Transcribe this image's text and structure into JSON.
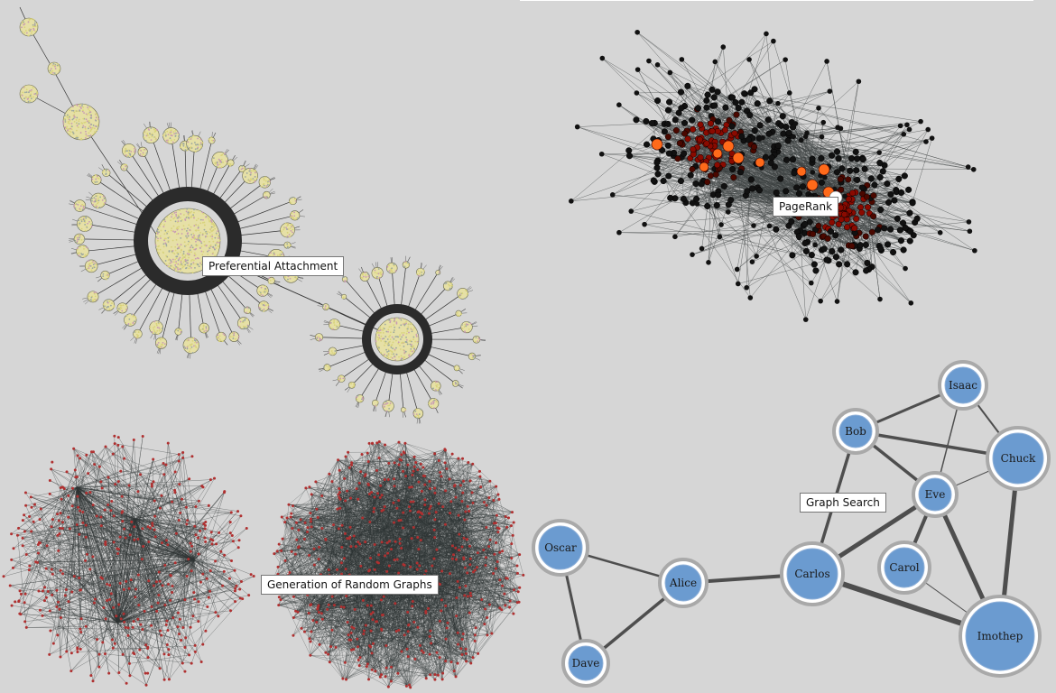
{
  "labels": {
    "preferential_attachment": "Preferential Attachment",
    "pagerank": "PageRank",
    "graph_search": "Graph Search",
    "random_graphs": "Generation of Random Graphs"
  },
  "graph_search": {
    "nodes": [
      {
        "id": "Isaac",
        "label": "Isaac"
      },
      {
        "id": "Bob",
        "label": "Bob"
      },
      {
        "id": "Chuck",
        "label": "Chuck"
      },
      {
        "id": "Eve",
        "label": "Eve"
      },
      {
        "id": "Oscar",
        "label": "Oscar"
      },
      {
        "id": "Carol",
        "label": "Carol"
      },
      {
        "id": "Alice",
        "label": "Alice"
      },
      {
        "id": "Carlos",
        "label": "Carlos"
      },
      {
        "id": "Imothep",
        "label": "Imothep"
      },
      {
        "id": "Dave",
        "label": "Dave"
      }
    ],
    "edges": [
      [
        "Bob",
        "Isaac"
      ],
      [
        "Isaac",
        "Chuck"
      ],
      [
        "Isaac",
        "Eve"
      ],
      [
        "Bob",
        "Chuck"
      ],
      [
        "Bob",
        "Eve"
      ],
      [
        "Bob",
        "Carlos"
      ],
      [
        "Eve",
        "Chuck"
      ],
      [
        "Chuck",
        "Imothep"
      ],
      [
        "Eve",
        "Carlos"
      ],
      [
        "Eve",
        "Carol"
      ],
      [
        "Eve",
        "Imothep"
      ],
      [
        "Carol",
        "Imothep"
      ],
      [
        "Carlos",
        "Imothep"
      ],
      [
        "Oscar",
        "Alice"
      ],
      [
        "Oscar",
        "Dave"
      ],
      [
        "Alice",
        "Dave"
      ],
      [
        "Alice",
        "Carlos"
      ]
    ]
  },
  "colors": {
    "background": "#d6d6d6",
    "gs_node_fill": "#6b9bd0",
    "gs_node_ring": "#a9a9a9",
    "gs_edge": "#4e4e4e",
    "pr_high": "#ff6a1a",
    "pr_mid": "#8a0a00",
    "pr_low": "#111111",
    "rg_node": "#b03030"
  }
}
